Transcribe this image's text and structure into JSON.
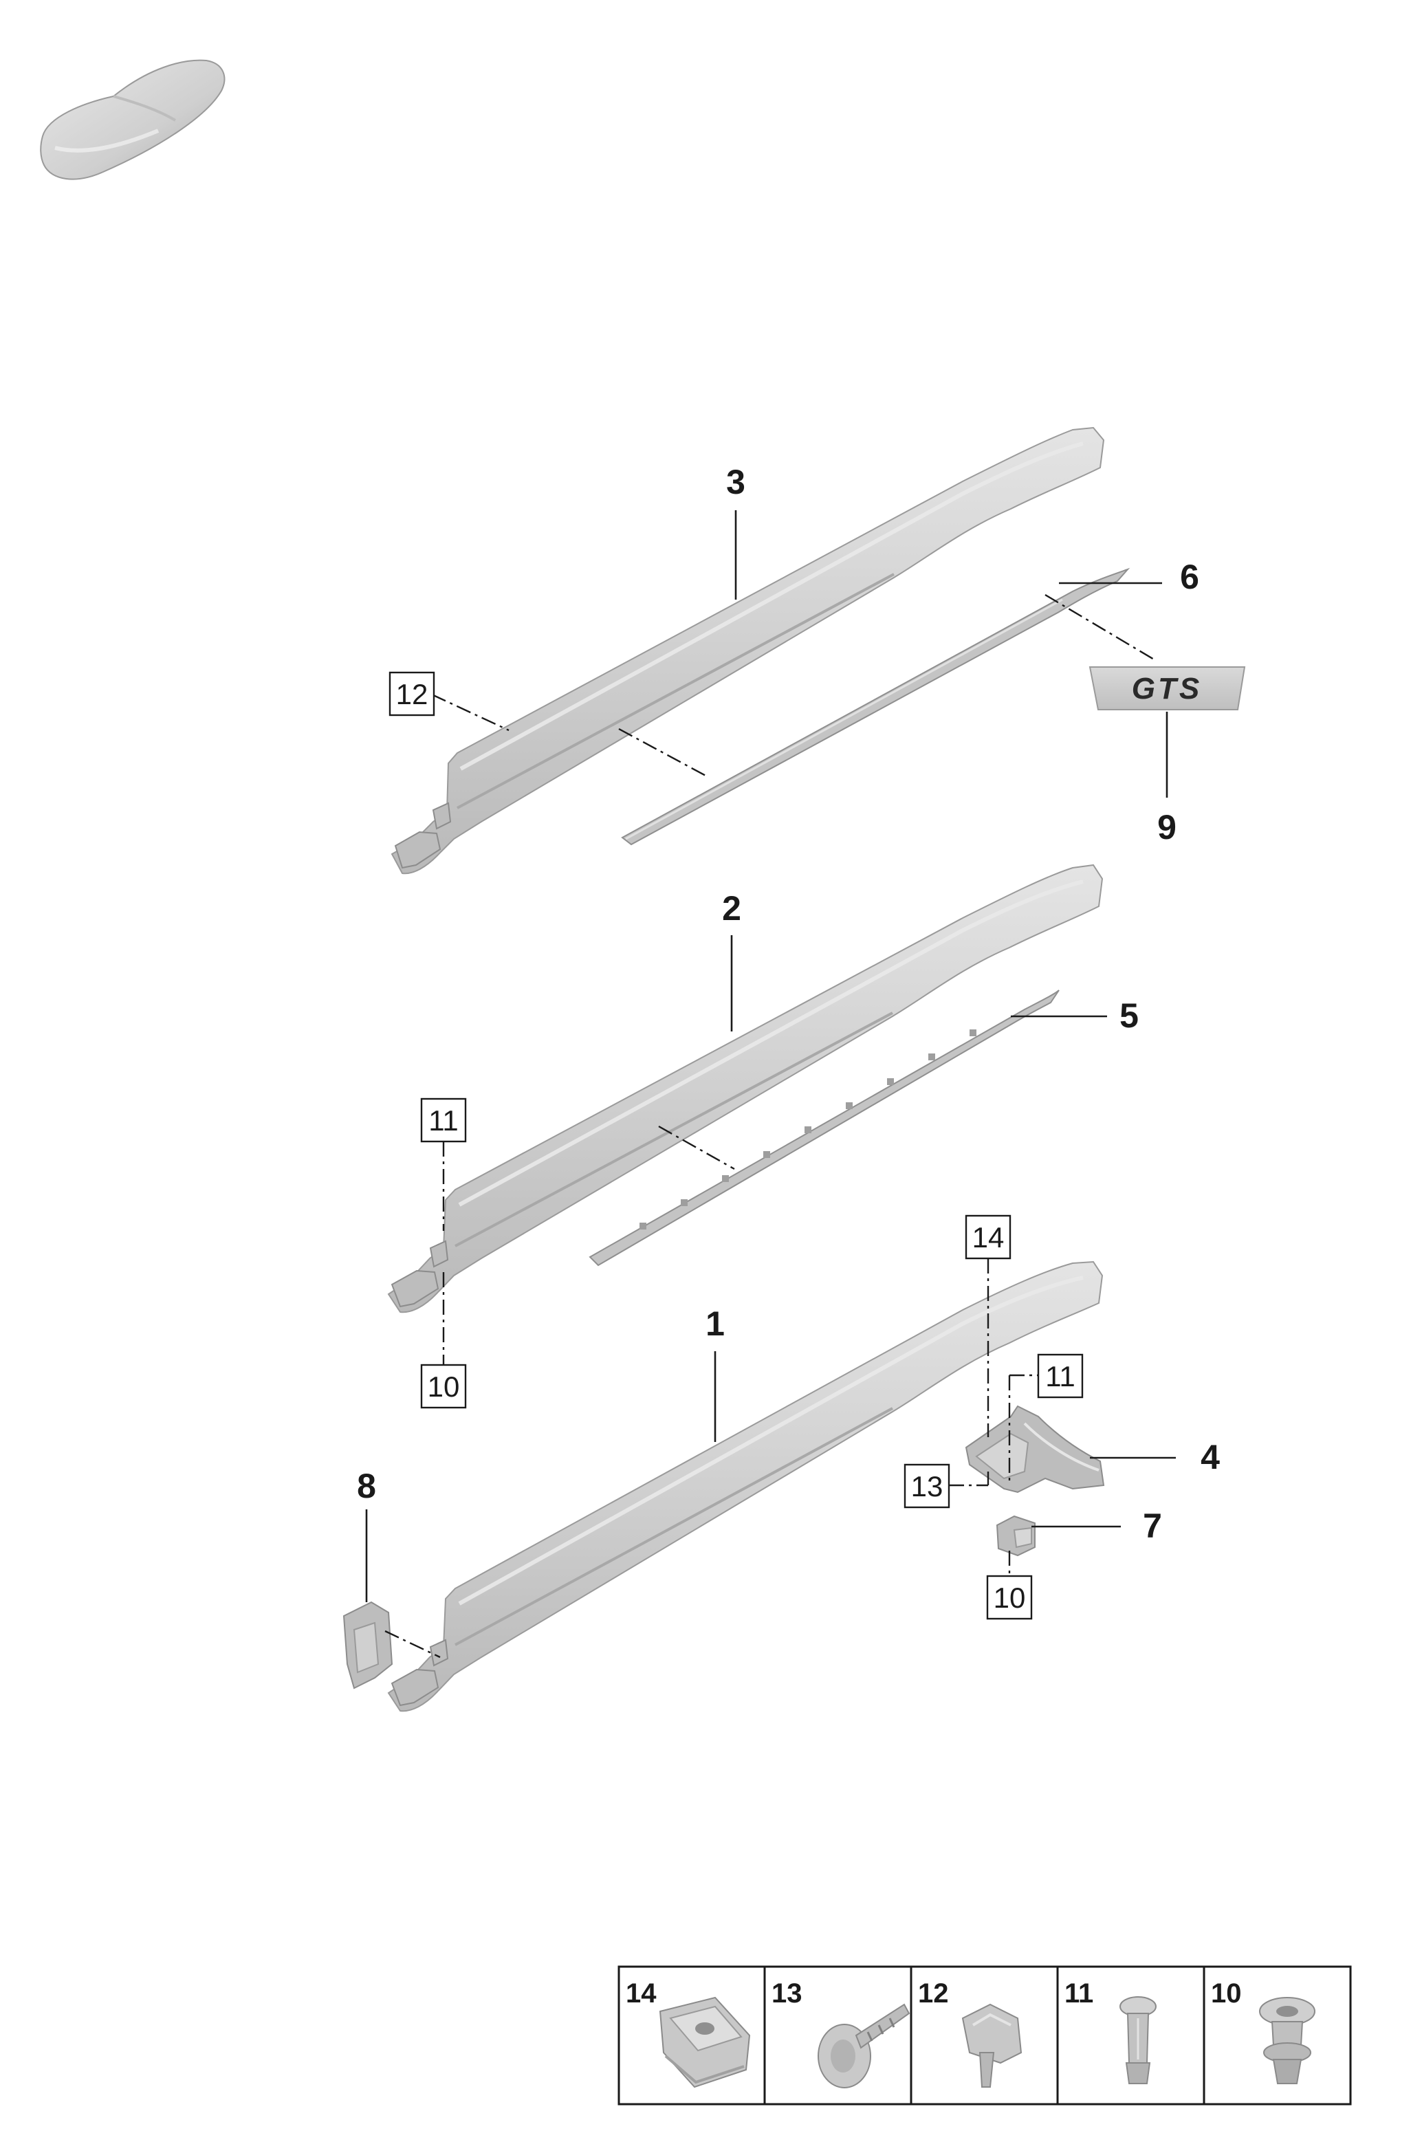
{
  "callouts": [
    {
      "id": "c1",
      "label": "1"
    },
    {
      "id": "c2",
      "label": "2"
    },
    {
      "id": "c3",
      "label": "3"
    },
    {
      "id": "c4",
      "label": "4"
    },
    {
      "id": "c5",
      "label": "5"
    },
    {
      "id": "c6",
      "label": "6"
    },
    {
      "id": "c7",
      "label": "7"
    },
    {
      "id": "c8",
      "label": "8"
    },
    {
      "id": "c9",
      "label": "9"
    }
  ],
  "boxed_refs": [
    {
      "id": "b12_sill3",
      "label": "12"
    },
    {
      "id": "b11_sill2",
      "label": "11"
    },
    {
      "id": "b10_sill2",
      "label": "10"
    },
    {
      "id": "b14_sill1",
      "label": "14"
    },
    {
      "id": "b11_sill1",
      "label": "11"
    },
    {
      "id": "b13_sill1",
      "label": "13"
    },
    {
      "id": "b10_sill1",
      "label": "10"
    }
  ],
  "badge": {
    "text": "GTS"
  },
  "legend": {
    "cells": [
      {
        "label": "14",
        "icon": "clip-nut-icon"
      },
      {
        "label": "13",
        "icon": "screw-icon"
      },
      {
        "label": "12",
        "icon": "clip-icon"
      },
      {
        "label": "11",
        "icon": "push-rivet-icon"
      },
      {
        "label": "10",
        "icon": "expanding-nut-icon"
      }
    ]
  }
}
